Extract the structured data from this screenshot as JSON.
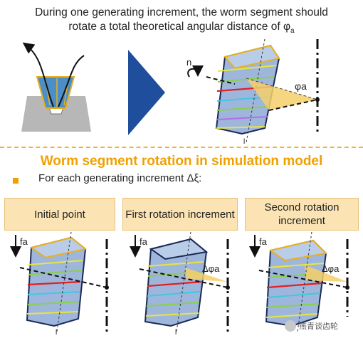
{
  "intro": {
    "line1": "During one generating increment, the worm segment should",
    "line2_prefix": "rotate a total theoretical angular distance of φ",
    "line2_sub": "a"
  },
  "section": {
    "title": "Worm segment rotation in simulation model",
    "bullet": "For each generating increment Δξ:"
  },
  "columns": [
    {
      "label": "Initial point"
    },
    {
      "label": "First rotation increment"
    },
    {
      "label": "Second rotation increment"
    }
  ],
  "labels": {
    "n": "n",
    "phi_top": "φa",
    "fa": "fa",
    "dphi": "Δφa",
    "l_mark": "l"
  },
  "watermark": "燕青谈齿轮",
  "colors": {
    "accent": "#f0a000",
    "arrow_blue": "#1f4e9c",
    "worm_fill": "#9fb6dc",
    "band_red": "#e02020",
    "band_green": "#8ad04a",
    "band_yellow": "#e6e640",
    "band_cyan": "#40c8e0",
    "band_violet": "#b070e0"
  }
}
